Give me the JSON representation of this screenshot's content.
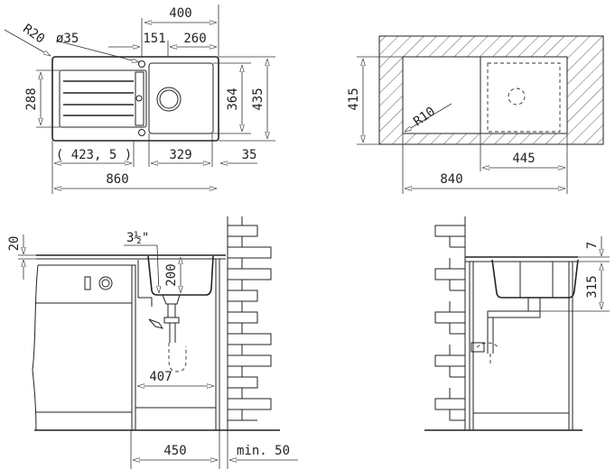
{
  "plan_view": {
    "dim_400": "400",
    "dim_r20": "R20",
    "dim_hole": "ø35",
    "dim_151": "151",
    "dim_260": "260",
    "dim_288": "288",
    "dim_364": "364",
    "dim_435": "435",
    "dim_4235": "( 423, 5 )",
    "dim_329": "329",
    "dim_35": "35",
    "dim_860": "860"
  },
  "cutout_view": {
    "dim_415": "415",
    "dim_r10": "R10",
    "dim_445": "445",
    "dim_840": "840"
  },
  "side_view_left": {
    "dim_20": "20",
    "dim_waste": "3½\"",
    "dim_200": "200",
    "dim_407": "407",
    "dim_450": "450",
    "dim_min50": "min. 50"
  },
  "side_view_right": {
    "dim_7": "7",
    "dim_315": "315"
  }
}
